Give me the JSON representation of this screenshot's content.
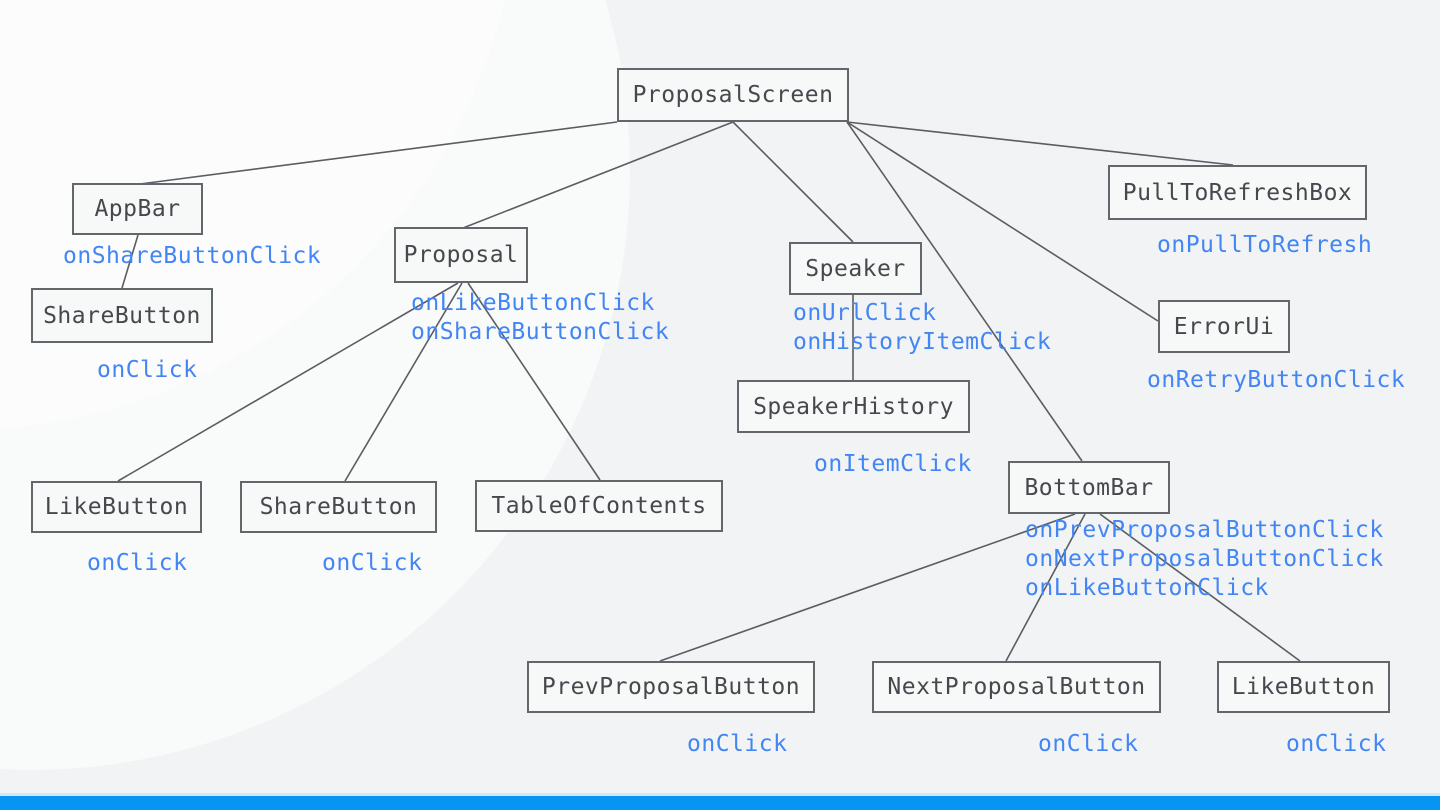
{
  "diagram_title": "ProposalScreen component event tree",
  "colors": {
    "background": "#f2f3f4",
    "node_fill": "#f7f8f8",
    "node_border": "#63666b",
    "node_text": "#45494e",
    "event_text_blue": "#4285f4",
    "edge_line": "#5a5d61",
    "footer_bar_blue": "#0894f2",
    "footer_bar_light_line": "#cde9fb"
  },
  "nodes": [
    {
      "id": "proposal-screen",
      "label": "ProposalScreen"
    },
    {
      "id": "app-bar",
      "label": "AppBar"
    },
    {
      "id": "share-button-appbar",
      "label": "ShareButton"
    },
    {
      "id": "proposal",
      "label": "Proposal"
    },
    {
      "id": "like-button-proposal",
      "label": "LikeButton"
    },
    {
      "id": "share-button-proposal",
      "label": "ShareButton"
    },
    {
      "id": "table-of-contents",
      "label": "TableOfContents"
    },
    {
      "id": "speaker",
      "label": "Speaker"
    },
    {
      "id": "speaker-history",
      "label": "SpeakerHistory"
    },
    {
      "id": "pull-to-refresh-box",
      "label": "PullToRefreshBox"
    },
    {
      "id": "error-ui",
      "label": "ErrorUi"
    },
    {
      "id": "bottom-bar",
      "label": "BottomBar"
    },
    {
      "id": "prev-proposal-button",
      "label": "PrevProposalButton"
    },
    {
      "id": "next-proposal-button",
      "label": "NextProposalButton"
    },
    {
      "id": "like-button-bottombar",
      "label": "LikeButton"
    }
  ],
  "events": [
    {
      "for": "app-bar",
      "text": "onShareButtonClick"
    },
    {
      "for": "share-button-appbar",
      "text": "onClick"
    },
    {
      "for": "proposal",
      "text": "onLikeButtonClick\nonShareButtonClick"
    },
    {
      "for": "like-button-proposal",
      "text": "onClick"
    },
    {
      "for": "share-button-proposal",
      "text": "onClick"
    },
    {
      "for": "speaker",
      "text": "onUrlClick\nonHistoryItemClick"
    },
    {
      "for": "speaker-history",
      "text": "onItemClick"
    },
    {
      "for": "pull-to-refresh-box",
      "text": "onPullToRefresh"
    },
    {
      "for": "error-ui",
      "text": "onRetryButtonClick"
    },
    {
      "for": "bottom-bar",
      "text": "onPrevProposalButtonClick\nonNextProposalButtonClick\nonLikeButtonClick"
    },
    {
      "for": "prev-proposal-button",
      "text": "onClick"
    },
    {
      "for": "next-proposal-button",
      "text": "onClick"
    },
    {
      "for": "like-button-bottombar",
      "text": "onClick"
    }
  ],
  "edges": [
    {
      "parent": "ProposalScreen",
      "child": "AppBar"
    },
    {
      "parent": "ProposalScreen",
      "child": "Proposal"
    },
    {
      "parent": "ProposalScreen",
      "child": "Speaker"
    },
    {
      "parent": "ProposalScreen",
      "child": "PullToRefreshBox"
    },
    {
      "parent": "ProposalScreen",
      "child": "ErrorUi"
    },
    {
      "parent": "ProposalScreen",
      "child": "BottomBar"
    },
    {
      "parent": "AppBar",
      "child": "ShareButton"
    },
    {
      "parent": "Proposal",
      "child": "LikeButton"
    },
    {
      "parent": "Proposal",
      "child": "ShareButton"
    },
    {
      "parent": "Proposal",
      "child": "TableOfContents"
    },
    {
      "parent": "Speaker",
      "child": "SpeakerHistory"
    },
    {
      "parent": "BottomBar",
      "child": "PrevProposalButton"
    },
    {
      "parent": "BottomBar",
      "child": "NextProposalButton"
    },
    {
      "parent": "BottomBar",
      "child": "LikeButton"
    }
  ]
}
